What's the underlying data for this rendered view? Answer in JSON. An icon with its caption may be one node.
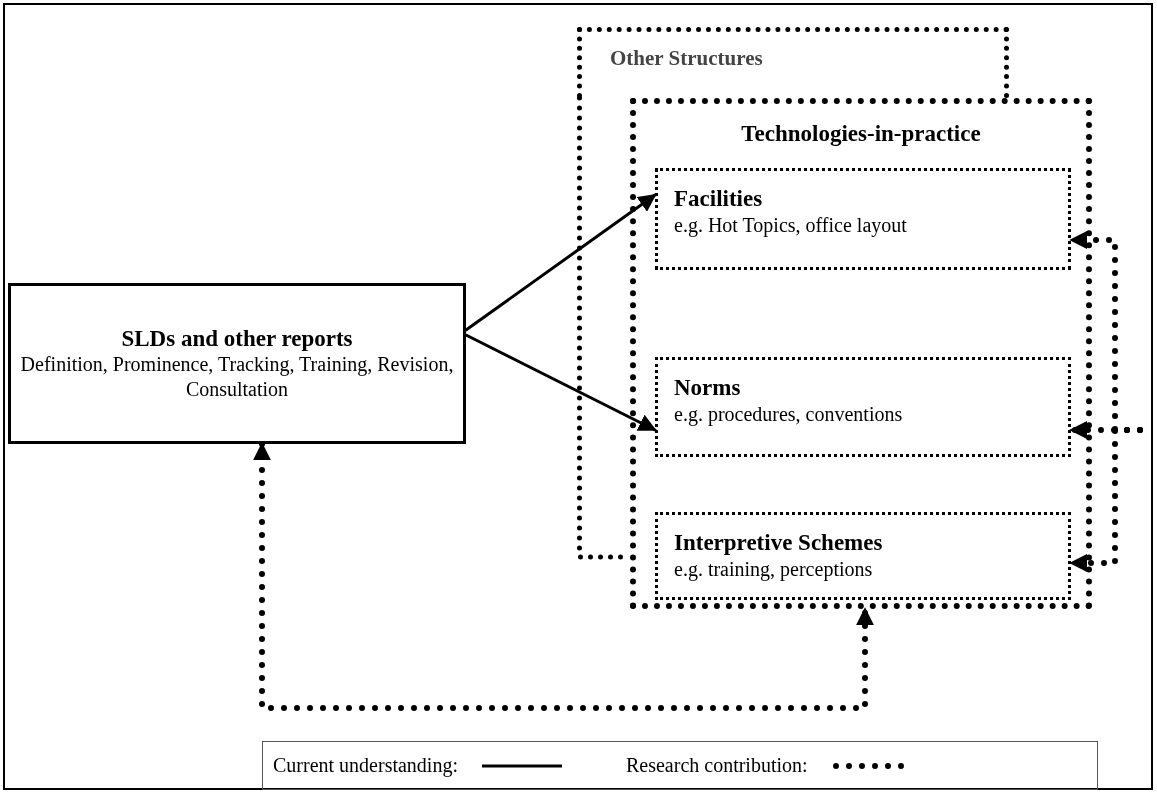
{
  "diagram": {
    "nodes": [
      {
        "text": [
          "SLDs and other reports",
          "Definition, Prominence, Tracking, Training, Revision, Consultation"
        ]
      },
      {
        "text": [
          "Other Structures"
        ]
      },
      {
        "text": [
          "Technologies-in-practice"
        ]
      },
      {
        "text": [
          "Facilities",
          "e.g. Hot Topics, office layout"
        ],
        "in": 2
      },
      {
        "text": [
          "Norms",
          "e.g. procedures, conventions"
        ],
        "in": 2
      },
      {
        "text": [
          "Interpretive Schemes",
          "e.g. training, perceptions"
        ],
        "in": 2
      }
    ],
    "edges": [
      {
        "from": 0,
        "to": 3,
        "arrow": "to"
      },
      {
        "from": 0,
        "to": 4,
        "arrow": "to"
      },
      {
        "from": 0,
        "to": 2,
        "arrow": "both",
        "style": "dashed"
      },
      {
        "from": null,
        "to": 3,
        "arrow": "to",
        "style": "dashed"
      },
      {
        "from": null,
        "to": 4,
        "arrow": "to",
        "style": "dashed"
      },
      {
        "from": null,
        "to": 5,
        "arrow": "to",
        "style": "dashed"
      }
    ],
    "legend": [
      {
        "text": "Current understanding:"
      },
      {
        "text": "Research contribution:"
      }
    ]
  }
}
